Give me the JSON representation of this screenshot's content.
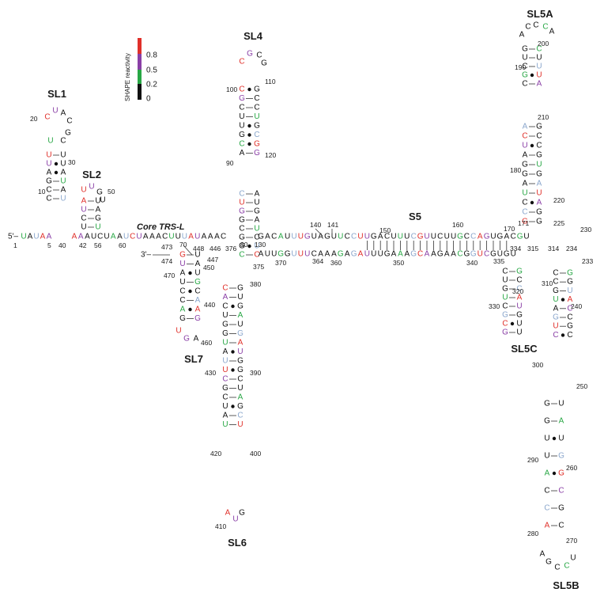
{
  "legend": {
    "title": "SHAPE reactivity",
    "ticks": [
      "0.8",
      "0.5",
      "0.2",
      "0"
    ],
    "colors": {
      "high": "#e0302a",
      "mid": "#8a3fa6",
      "low": "#28a745",
      "none": "#111111",
      "protected": "#8aa6cc"
    }
  },
  "labels": {
    "sl1": "SL1",
    "sl2": "SL2",
    "sl4": "SL4",
    "sl5a": "SL5A",
    "s5": "S5",
    "sl5b": "SL5B",
    "sl5c": "SL5C",
    "sl6": "SL6",
    "sl7": "SL7",
    "trs": "Core TRS-L",
    "five_prime": "5'–",
    "three_prime": "3'–"
  },
  "positions": {
    "p1": "1",
    "p5": "5",
    "p10": "10",
    "p20": "20",
    "p30": "30",
    "p40": "40",
    "p42": "42",
    "p50": "50",
    "p56": "56",
    "p60": "60",
    "p70": "70",
    "p80": "80",
    "p90": "90",
    "p100": "100",
    "p110": "110",
    "p120": "120",
    "p130": "130",
    "p140": "140",
    "p141": "141",
    "p150": "150",
    "p160": "160",
    "p170": "170",
    "p171": "171",
    "p180": "180",
    "p190": "190",
    "p200": "200",
    "p210": "210",
    "p220": "220",
    "p225": "225",
    "p230": "230",
    "p233": "233",
    "p234": "234",
    "p240": "240",
    "p250": "250",
    "p260": "260",
    "p270": "270",
    "p280": "280",
    "p290": "290",
    "p300": "300",
    "p310": "310",
    "p314": "314",
    "p315": "315",
    "p320": "320",
    "p330": "330",
    "p334": "334",
    "p335": "335",
    "p340": "340",
    "p350": "350",
    "p360": "360",
    "p364": "364",
    "p370": "370",
    "p375": "375",
    "p376": "376",
    "p380": "380",
    "p390": "390",
    "p400": "400",
    "p410": "410",
    "p420": "420",
    "p430": "430",
    "p440": "440",
    "p446": "446",
    "p447": "447",
    "p448": "448",
    "p450": "450",
    "p460": "460",
    "p470": "470",
    "p473": "473",
    "p474": "474"
  },
  "sequences": {
    "s5prime": "UAUAA",
    "sl1_left": "UUAGCC",
    "sl1_right": "UUAUAU",
    "sl1_loop": [
      "C",
      "U",
      "A",
      "C",
      "G",
      "C",
      "U"
    ],
    "sl2_left": "AUCU",
    "sl2_right": "UAGU",
    "sl2_loop": [
      "U",
      "U",
      "G",
      "U"
    ],
    "linker60": "AAAUCUAAUCUAAACUUUAUAAAC",
    "sl4_left": "CGCUUGCACUGGCGGC",
    "sl4_right": "GCCUGCGGAUGAUCUC",
    "sl4_loop": [
      "C",
      "G",
      "C",
      "G"
    ],
    "s5_top": "GACAUUUGUAGUUCCUUGACUUUCGUUCUUGCCAGUGACGU",
    "s5_bot": "AUUGGUUUCAAAGAGAUUUGAAAGCAAGAACGGUCGUGU",
    "sl5a_left": "GUCGCACUAGGAUCCG",
    "sl5a_right": "CUUUAGCCGUGAUAGG",
    "sl5a_loop": [
      "A",
      "C",
      "C",
      "C",
      "A"
    ],
    "sl5b_left": "CCGUAGUCGGUUACCA",
    "sl5b_right": "GGUACCGCUAUGGCGC",
    "sl5b_loop": [
      "A",
      "G",
      "C",
      "C",
      "U"
    ],
    "sl5c_left": "CUGUCGCG",
    "sl5c_right": "GCCAUGUU",
    "sl6_left": "CACUGGUAUUCGCUAU",
    "sl6_right": "GUGAUGAUGGCUAGCU",
    "sl6_loop": [
      "A",
      "U",
      "G"
    ],
    "sl7_left": "GUAUCCAG",
    "sl7_right": "UAUGCAAG",
    "sl7_loop": [
      "U",
      "G",
      "A"
    ]
  }
}
